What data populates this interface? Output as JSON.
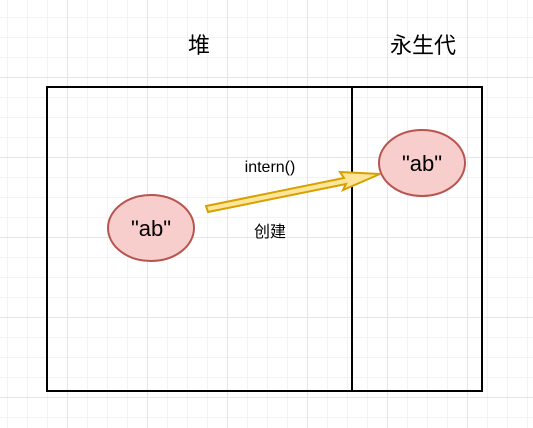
{
  "labels": {
    "heap": "堆",
    "permgen": "永生代",
    "intern_call": "intern()",
    "create": "创建"
  },
  "objects": {
    "heap_string": "\"ab\"",
    "pool_string": "\"ab\""
  },
  "colors": {
    "ellipse_fill": "#f8cecc",
    "ellipse_stroke": "#b85450",
    "arrow_fill": "#ffe599",
    "arrow_stroke": "#d6a100",
    "box_stroke": "#000000"
  }
}
